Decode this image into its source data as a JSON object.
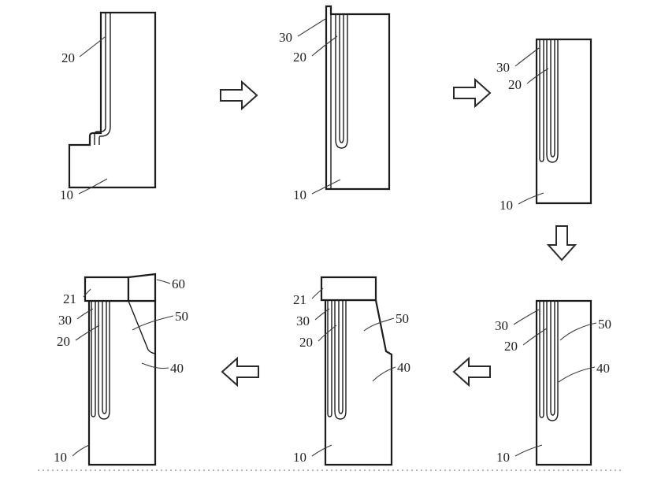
{
  "figure": {
    "background": "#ffffff",
    "line_color": "#1c1c1c",
    "type": "patent-process-flow-diagram",
    "flow_order": "top row left-to-right, down, bottom row right-to-left",
    "panels": [
      {
        "step": 1,
        "position": "top-left",
        "labels": {
          "l20": "20",
          "l10": "10"
        }
      },
      {
        "step": 2,
        "position": "top-middle",
        "labels": {
          "l30": "30",
          "l20": "20",
          "l10": "10"
        }
      },
      {
        "step": 3,
        "position": "top-right",
        "labels": {
          "l30": "30",
          "l20": "20",
          "l10": "10"
        }
      },
      {
        "step": 4,
        "position": "bottom-right",
        "labels": {
          "l30": "30",
          "l20": "20",
          "l50": "50",
          "l40": "40",
          "l10": "10"
        }
      },
      {
        "step": 5,
        "position": "bottom-middle",
        "labels": {
          "l21": "21",
          "l30": "30",
          "l20": "20",
          "l50": "50",
          "l40": "40",
          "l10": "10"
        }
      },
      {
        "step": 6,
        "position": "bottom-left",
        "labels": {
          "l21": "21",
          "l60": "60",
          "l30": "30",
          "l20": "20",
          "l50": "50",
          "l40": "40",
          "l10": "10"
        }
      }
    ],
    "arrows": [
      {
        "direction": "right"
      },
      {
        "direction": "right"
      },
      {
        "direction": "down"
      },
      {
        "direction": "left"
      },
      {
        "direction": "left"
      }
    ]
  }
}
